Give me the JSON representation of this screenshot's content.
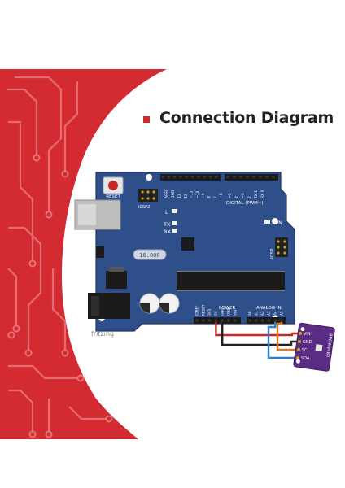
{
  "title": "Connection Diagram",
  "watermark": "fritzing",
  "colors": {
    "brand_red": "#d42a31",
    "board_blue": "#2f4f8a",
    "sensor_purple": "#5b2c83"
  },
  "board": {
    "reset_label": "RESET",
    "icsp2_label": "ICSP2",
    "aref_label": "AREF",
    "gnd_label": "GND",
    "digital_label": "DIGITAL (PWM~)",
    "digital_pins": [
      "13",
      "12",
      "~11",
      "~10",
      "~9",
      "8",
      "7",
      "~6",
      "~5",
      "4",
      "~3",
      "2",
      "TX 1",
      "RX 0"
    ],
    "led_l": "L",
    "led_tx": "TX",
    "led_rx": "RX",
    "on_label": "ON",
    "icsp_label": "ICSP",
    "crystal_label": "16.000",
    "power_label": "POWER",
    "analog_label": "ANALOG IN",
    "power_pins": [
      "IOREF",
      "RESET",
      "3V3",
      "5V",
      "GND",
      "GND",
      "VIN"
    ],
    "analog_pins": [
      "A0",
      "A1",
      "A2",
      "A3",
      "A4",
      "A5"
    ]
  },
  "sensor": {
    "pins": [
      "VIN",
      "GND",
      "SCL",
      "SDA"
    ],
    "name": "BPC-MV480"
  },
  "wires": [
    {
      "from": "5V",
      "to": "VIN",
      "color": "#c62828"
    },
    {
      "from": "GND",
      "to": "GND",
      "color": "#222222"
    },
    {
      "from": "A5",
      "to": "SCL",
      "color": "#e07a1f"
    },
    {
      "from": "A4",
      "to": "SDA",
      "color": "#2e7fd1"
    }
  ]
}
